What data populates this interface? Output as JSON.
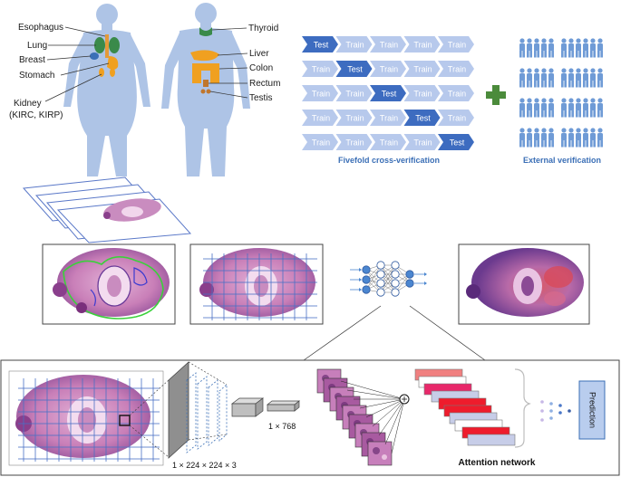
{
  "organs_left": {
    "esophagus": "Esophagus",
    "lung": "Lung",
    "breast": "Breast",
    "stomach": "Stomach",
    "kidney_line1": "Kidney",
    "kidney_line2": "(KIRC, KIRP)"
  },
  "organs_right": {
    "thyroid": "Thyroid",
    "liver": "Liver",
    "colon": "Colon",
    "rectum": "Rectum",
    "testis": "Testis"
  },
  "cross_validation": {
    "test_label": "Test",
    "train_label": "Train",
    "test_positions": [
      0,
      1,
      2,
      3,
      4
    ],
    "caption": "Fivefold cross-verification"
  },
  "external": {
    "caption": "External verification"
  },
  "model": {
    "input_dims": "1 × 224 × 224 × 3",
    "feature_dims": "1 × 768",
    "attention_label": "Attention network",
    "prediction_label": "Prediction"
  },
  "colors": {
    "body": "#aec4e6",
    "test_chevron": "#3d6cc0",
    "train_chevron": "#b7c9ec",
    "people": "#6f9bd6",
    "plus": "#4b8b3b",
    "tissue": "#cf8fc0",
    "tissue_dark": "#8a3f8c",
    "grid": "#4a6fc4"
  }
}
